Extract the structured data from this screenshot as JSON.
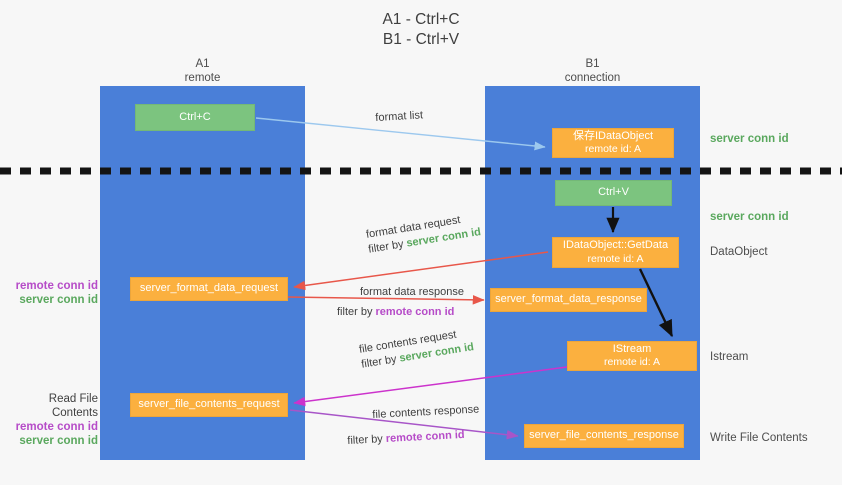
{
  "title": {
    "line1": "A1 - Ctrl+C",
    "line2": "B1 - Ctrl+V"
  },
  "columns": {
    "a1": {
      "name": "A1",
      "role": "remote"
    },
    "b1": {
      "name": "B1",
      "role": "connection"
    }
  },
  "nodes": {
    "ctrl_c": {
      "label": "Ctrl+C",
      "sub": "",
      "color": "#7cc47f"
    },
    "idataobject": {
      "label": "保存IDataObject",
      "sub": "remote id: A",
      "color": "#fbb03f"
    },
    "ctrl_v": {
      "label": "Ctrl+V",
      "sub": "",
      "color": "#7cc47f"
    },
    "getdata": {
      "label": "IDataObject::GetData",
      "sub": "remote id: A",
      "color": "#fbb03f"
    },
    "format_data_request": {
      "label": "server_format_data_request",
      "sub": "",
      "color": "#fbb03f"
    },
    "format_data_response": {
      "label": "server_format_data_response",
      "sub": "",
      "color": "#fbb03f"
    },
    "istream": {
      "label": "IStream",
      "sub": "remote id: A",
      "color": "#fbb03f"
    },
    "file_contents_request": {
      "label": "server_file_contents_request",
      "sub": "",
      "color": "#fbb03f"
    },
    "file_contents_response": {
      "label": "server_file_contents_response",
      "sub": "",
      "color": "#fbb03f"
    }
  },
  "side_labels": {
    "server_conn_id_top": "server conn id",
    "server_conn_id_mid": "server conn id",
    "dataobject": "DataObject",
    "istream": "Istream",
    "write_file_contents": "Write File Contents",
    "read_file_contents": "Read File Contents",
    "remote_conn_id": "remote conn id",
    "server_conn_id": "server conn id"
  },
  "edges": {
    "format_list": "format list",
    "format_data_request": "format data request",
    "format_data_request_filter_prefix": "filter by ",
    "format_data_request_filter_key": "server conn id",
    "format_data_response": "format data response",
    "format_data_response_filter_prefix": "filter by ",
    "format_data_response_filter_key": "remote conn id",
    "file_contents_request": "file contents request",
    "file_contents_request_filter_prefix": "filter by ",
    "file_contents_request_filter_key": "server conn id",
    "file_contents_response": "file contents response",
    "file_contents_response_filter_prefix": "filter by ",
    "file_contents_response_filter_key": "remote conn id"
  },
  "colors": {
    "column": "#4a7fd8",
    "green_node": "#7cc47f",
    "orange_node": "#fbb03f",
    "green_text": "#5aa85e",
    "purple_text": "#b64cc8",
    "red_arrow": "#e8574a",
    "magenta_arrow": "#cc33cc",
    "purple_arrow": "#a855c8",
    "light_blue_arrow": "#9cc8ee",
    "black_arrow": "#111111",
    "background": "#f7f7f7"
  }
}
